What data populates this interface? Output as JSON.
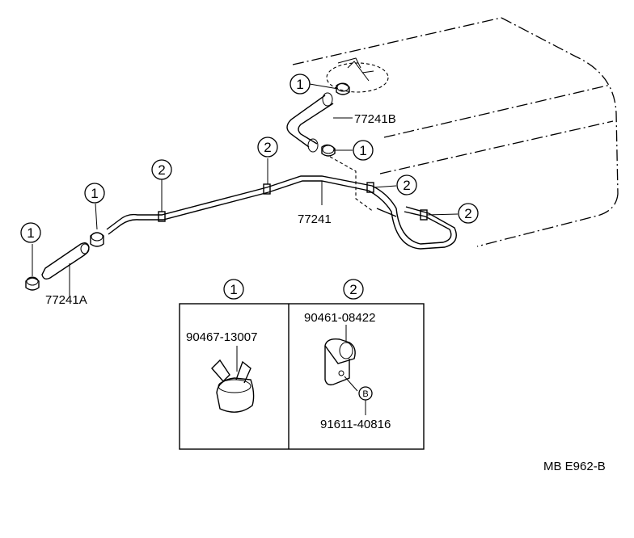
{
  "parts": {
    "hose_upper": "77241B",
    "pipe": "77241",
    "hose_lower": "77241A"
  },
  "callouts": {
    "clip_one": "1",
    "clamp_two": "2",
    "bolt": "B"
  },
  "detail": {
    "clip_part_no": "90467-13007",
    "clamp_part_no": "90461-08422",
    "bolt_part_no": "91611-40816"
  },
  "figure_code": "MB E962-B"
}
